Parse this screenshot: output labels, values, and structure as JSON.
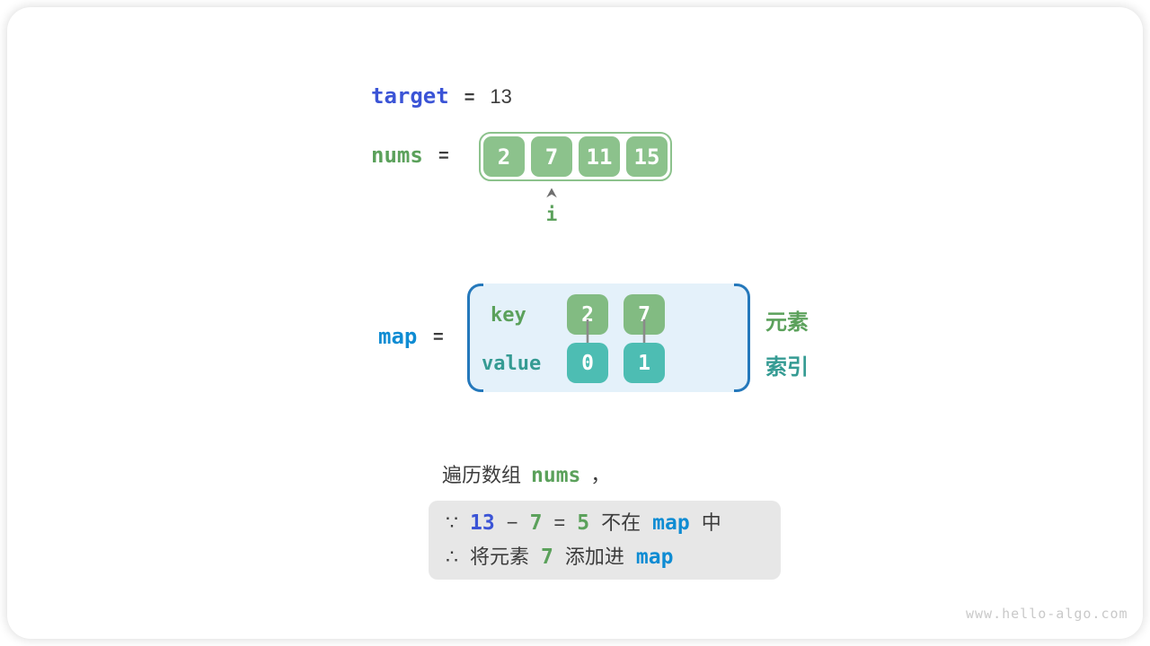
{
  "target_row": {
    "label": "target",
    "equals": "=",
    "value": "13"
  },
  "nums_row": {
    "label": "nums",
    "equals": "=",
    "cells": [
      "2",
      "7",
      "11",
      "15"
    ],
    "pointer_label": "i"
  },
  "map_section": {
    "label": "map",
    "equals": "=",
    "key_label": "key",
    "value_label": "value",
    "entries": [
      {
        "key": "2",
        "value": "0"
      },
      {
        "key": "7",
        "value": "1"
      }
    ],
    "right_labels": {
      "element": "元素",
      "index": "索引"
    }
  },
  "caption": {
    "prefix": "遍历数组",
    "code": "nums",
    "comma": "，"
  },
  "note_box": {
    "line1": {
      "because": "∵",
      "minuend": "13",
      "minus": "−",
      "subtrahend": "7",
      "equals": "=",
      "difference": "5",
      "not_in": "不在",
      "map": "map",
      "suffix": "中"
    },
    "line2": {
      "therefore": "∴",
      "prefix": "将元素",
      "element": "7",
      "action": "添加进",
      "map": "map"
    }
  },
  "watermark": "www.hello-algo.com",
  "colors": {
    "indigo_code": "#3b54d6",
    "azure_code": "#0f8cd3",
    "green_text": "#5ba15b",
    "green_box": "#8cc28c",
    "green_key_box": "#82bb82",
    "teal_text": "#359b93",
    "teal_box": "#4dbdb3",
    "map_fill": "#e4f1fa",
    "bracket_blue": "#2478bb",
    "dark_text": "#3c3c3c",
    "note_bg": "#e7e7e7",
    "arrow_gray": "#8a8a8a",
    "watermark_gray": "#c9c9c9"
  }
}
